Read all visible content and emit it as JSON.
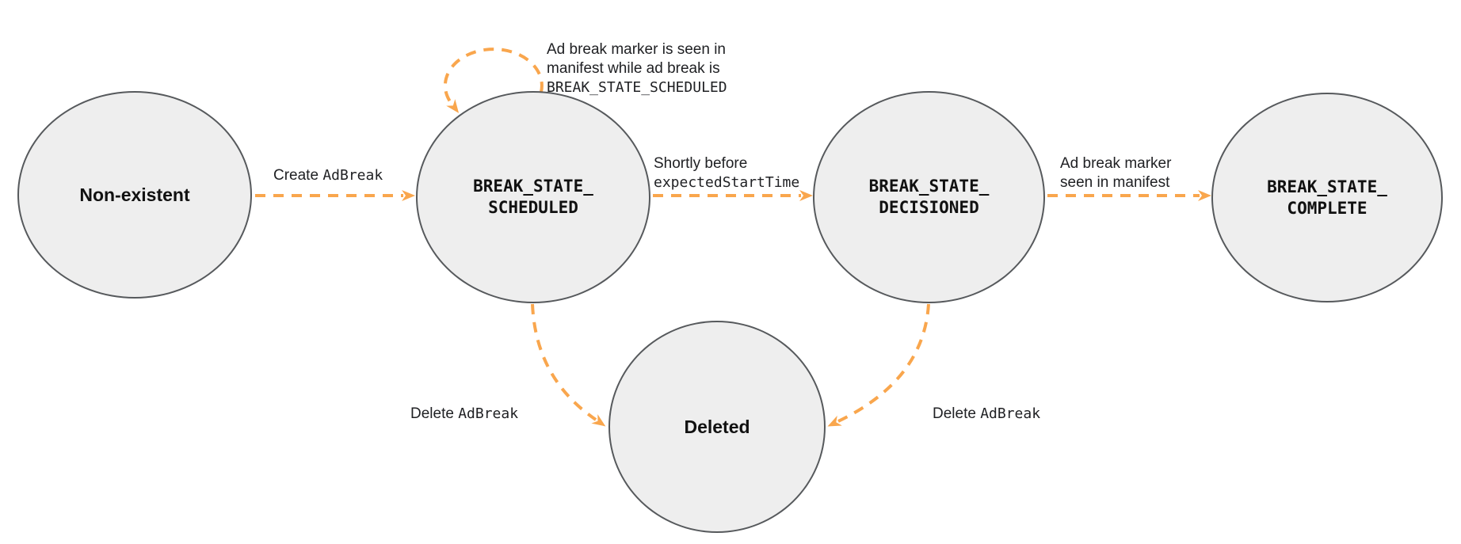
{
  "colors": {
    "arrow": "#F9A64D",
    "node_fill": "#EEEEEE",
    "node_border": "#56595C",
    "text": "#202124"
  },
  "nodes": {
    "non_existent": {
      "label": "Non-existent"
    },
    "scheduled": {
      "label": "BREAK_STATE_\nSCHEDULED"
    },
    "decisioned": {
      "label": "BREAK_STATE_\nDECISIONED"
    },
    "complete": {
      "label": "BREAK_STATE_\nCOMPLETE"
    },
    "deleted": {
      "label": "Deleted"
    }
  },
  "edges": {
    "create": {
      "plain": "Create ",
      "code": "AdBreak"
    },
    "self_loop": {
      "plain": "Ad break marker is seen in\nmanifest while ad break is\n",
      "code": "BREAK_STATE_SCHEDULED"
    },
    "decision": {
      "plain": "Shortly before\n",
      "code": "expectedStartTime"
    },
    "complete": {
      "plain": "Ad break marker\nseen in manifest",
      "code": ""
    },
    "delete_scheduled": {
      "plain": "Delete ",
      "code": "AdBreak"
    },
    "delete_decisioned": {
      "plain": "Delete ",
      "code": "AdBreak"
    }
  }
}
